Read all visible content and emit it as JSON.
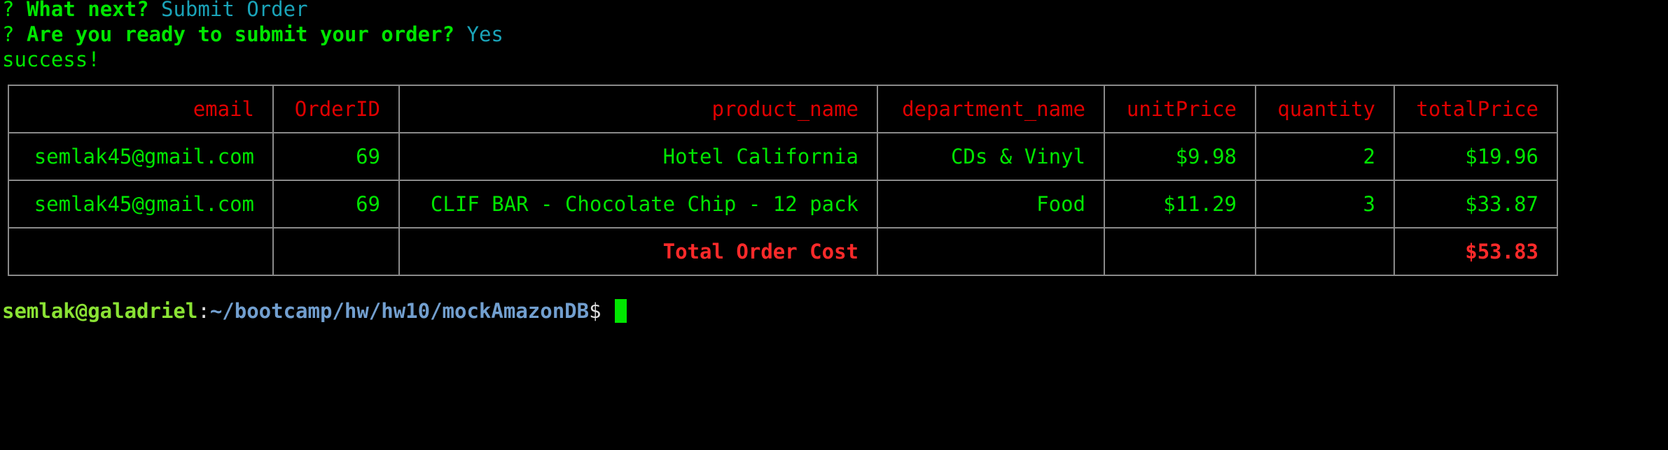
{
  "prompts": [
    {
      "marker": "?",
      "question": "What next?",
      "answer": "Submit Order"
    },
    {
      "marker": "?",
      "question": "Are you ready to submit your order?",
      "answer": "Yes"
    }
  ],
  "status_text": "success!",
  "table": {
    "headers": [
      "email",
      "OrderID",
      "product_name",
      "department_name",
      "unitPrice",
      "quantity",
      "totalPrice"
    ],
    "rows": [
      [
        "semlak45@gmail.com",
        "69",
        "Hotel California",
        "CDs & Vinyl",
        "$9.98",
        "2",
        "$19.96"
      ],
      [
        "semlak45@gmail.com",
        "69",
        "CLIF BAR - Chocolate Chip - 12 pack",
        "Food",
        "$11.29",
        "3",
        "$33.87"
      ]
    ],
    "total_row": {
      "label": "Total Order Cost",
      "value": "$53.83"
    }
  },
  "shell_prompt": {
    "user_host": "semlak@galadriel",
    "colon": ":",
    "path": "~/bootcamp/hw/hw10/mockAmazonDB",
    "dollar": "$"
  },
  "colors": {
    "background": "#000000",
    "text_green": "#00e600",
    "answer_cyan": "#1aa3b8",
    "header_red": "#e00000",
    "total_red": "#ff2a2a",
    "prompt_user": "#8ae234",
    "prompt_path": "#729fcf"
  }
}
